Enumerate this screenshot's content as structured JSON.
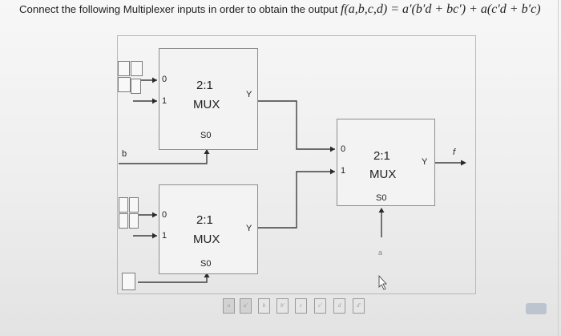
{
  "question": {
    "prefix": "Connect the following Multiplexer inputs in order to obtain the output",
    "formula": "f(a,b,c,d) = a′(b′d + bc′) + a(c′d + b′c)"
  },
  "mux_top": {
    "title": "2:1",
    "subtitle": "MUX",
    "in0": "0",
    "in1": "1",
    "select": "S0",
    "output": "Y"
  },
  "mux_bottom": {
    "title": "2:1",
    "subtitle": "MUX",
    "in0": "0",
    "in1": "1",
    "select": "S0",
    "output": "Y"
  },
  "mux_right": {
    "title": "2:1",
    "subtitle": "MUX",
    "in0": "0",
    "in1": "1",
    "select": "S0",
    "output": "Y",
    "output_signal": "f",
    "select_signal": "a"
  },
  "left_label": "b",
  "tiles": [
    "a",
    "a'",
    "b",
    "b'",
    "c",
    "c'",
    "d",
    "d'"
  ]
}
